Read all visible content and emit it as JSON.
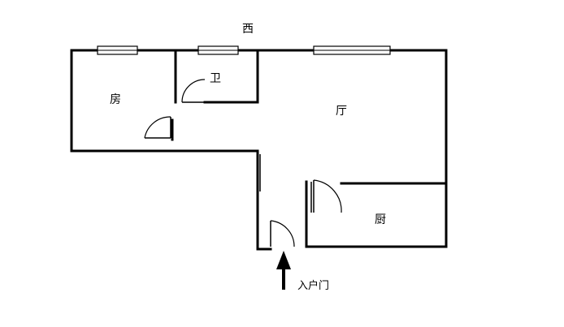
{
  "plan": {
    "direction_label": "西",
    "rooms": {
      "bedroom": "房",
      "bathroom": "卫",
      "living_room": "厅",
      "kitchen": "厨"
    },
    "entrance_label": "入户门"
  }
}
